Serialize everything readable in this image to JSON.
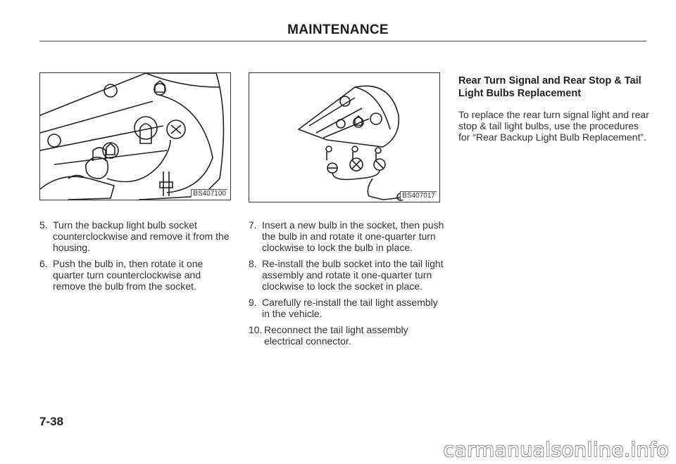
{
  "header": {
    "title": "MAINTENANCE"
  },
  "figures": [
    {
      "code": "BS407100"
    },
    {
      "code": "BS407017"
    }
  ],
  "steps_left": [
    {
      "num": "5.",
      "text": "Turn the backup light bulb socket counterclockwise and remove it from the housing."
    },
    {
      "num": "6.",
      "text": "Push the bulb in, then rotate it one quarter turn counterclockwise and remove the bulb from the socket."
    }
  ],
  "steps_middle": [
    {
      "num": "7.",
      "text": "Insert a new bulb in the socket, then push the bulb in and rotate it one-quarter turn clockwise to lock the bulb in place."
    },
    {
      "num": "8.",
      "text": "Re-install the bulb socket into the tail light assembly and rotate it one-quarter turn clockwise to lock the socket in place."
    },
    {
      "num": "9.",
      "text": "Carefully re-install the tail light assembly in the vehicle."
    },
    {
      "num": "10.",
      "text": "Reconnect the tail light assembly electrical connector."
    }
  ],
  "section": {
    "heading": "Rear Turn Signal and Rear Stop & Tail Light Bulbs Replacement",
    "body": "To replace the rear turn signal light and rear stop & tail light bulbs, use the procedures for “Rear Backup Light Bulb Replacement”."
  },
  "footer": {
    "page_number": "7-38",
    "watermark": "carmanualsonline.info"
  }
}
